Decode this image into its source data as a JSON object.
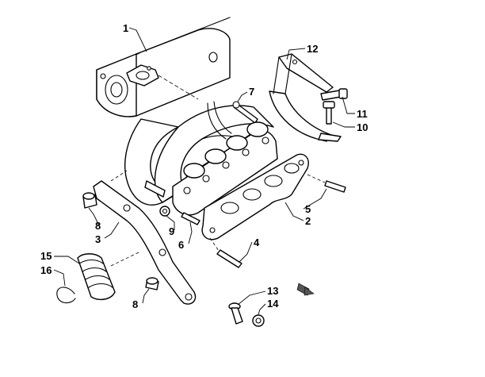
{
  "callouts": [
    {
      "id": "c1",
      "text": "1"
    },
    {
      "id": "c2",
      "text": "2"
    },
    {
      "id": "c3",
      "text": "3"
    },
    {
      "id": "c4",
      "text": "4"
    },
    {
      "id": "c5",
      "text": "5"
    },
    {
      "id": "c6",
      "text": "6"
    },
    {
      "id": "c7",
      "text": "7"
    },
    {
      "id": "c8a",
      "text": "8"
    },
    {
      "id": "c8b",
      "text": "8"
    },
    {
      "id": "c9",
      "text": "9"
    },
    {
      "id": "c10",
      "text": "10"
    },
    {
      "id": "c11",
      "text": "11"
    },
    {
      "id": "c12",
      "text": "12"
    },
    {
      "id": "c13",
      "text": "13"
    },
    {
      "id": "c14",
      "text": "14"
    },
    {
      "id": "c15",
      "text": "15"
    },
    {
      "id": "c16",
      "text": "16"
    }
  ],
  "icons": [
    "front-direction-arrow-icon"
  ]
}
